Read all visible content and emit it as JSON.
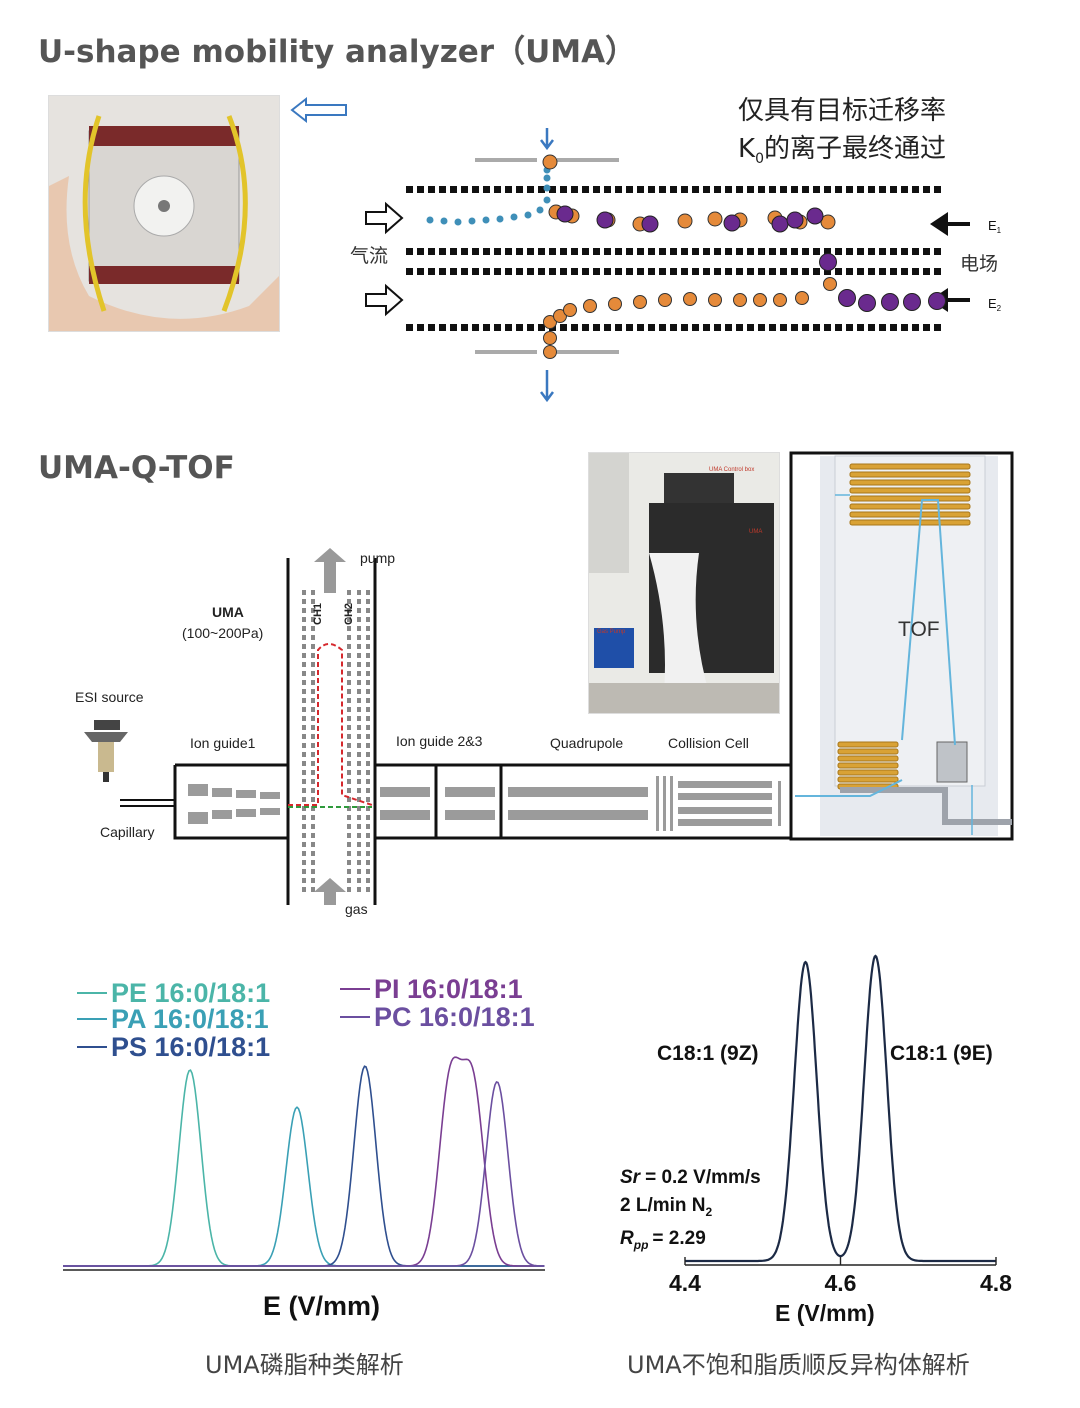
{
  "sections": {
    "uma": {
      "title": "U-shape mobility analyzer（UMA）",
      "note_line1": "仅具有目标迁移率",
      "note_line2_prefix": "K",
      "note_line2_sub": "0",
      "note_line2_rest": "的离子最终通过",
      "gas_flow": "气流",
      "e_field": "电场",
      "e1_base": "E",
      "e1_sub": "1",
      "e2_base": "E",
      "e2_sub": "2"
    },
    "umaqtof": {
      "title": "UMA-Q-TOF",
      "pump": "pump",
      "gas": "gas",
      "uma_label": "UMA",
      "pressure": "(100~200Pa)",
      "ch1": "CH1",
      "ch2": "CH2",
      "esi": "ESI source",
      "capillary": "Capillary",
      "ion_guide1": "Ion guide1",
      "ion_guide23": "Ion guide 2&3",
      "quadrupole": "Quadrupole",
      "collision_cell": "Collision Cell",
      "tof": "TOF",
      "photo_labels": [
        "UMA Control box",
        "UMA",
        "Gas Pump"
      ]
    }
  },
  "captions": {
    "left": "UMA磷脂种类解析",
    "right": "UMA不饱和脂质顺反异构体解析"
  },
  "chart_data": [
    {
      "type": "line",
      "xlabel": "E (V/mm)",
      "ylabel": "",
      "x_ticks": [],
      "series": [
        {
          "name": "PE 16:0/18:1",
          "color": "#4bb5a8",
          "peaks": [
            {
              "x": 135,
              "height": 1.0
            }
          ]
        },
        {
          "name": "PA 16:0/18:1",
          "color": "#3aa0b5",
          "peaks": [
            {
              "x": 242,
              "height": 0.81
            }
          ]
        },
        {
          "name": "PS 16:0/18:1",
          "color": "#2f4f8f",
          "peaks": [
            {
              "x": 310,
              "height": 1.02
            }
          ]
        },
        {
          "name": "PI 16:0/18:1",
          "color": "#7a3e92",
          "peaks": [
            {
              "x": 395,
              "height": 0.92
            },
            {
              "x": 418,
              "height": 0.9
            }
          ]
        },
        {
          "name": "PC 16:0/18:1",
          "color": "#6b4fa0",
          "peaks": [
            {
              "x": 442,
              "height": 0.94
            }
          ]
        }
      ],
      "legend_placement": "top"
    },
    {
      "type": "line",
      "xlabel": "E (V/mm)",
      "x_ticks": [
        "4.4",
        "4.6",
        "4.8"
      ],
      "xlim": [
        4.4,
        4.8
      ],
      "series": [
        {
          "name": "",
          "color": "#1c2a45",
          "points": [
            [
              4.4,
              0
            ],
            [
              4.5,
              0.01
            ],
            [
              4.53,
              0.25
            ],
            [
              4.55,
              0.98
            ],
            [
              4.57,
              0.25
            ],
            [
              4.6,
              0.0
            ],
            [
              4.62,
              0.25
            ],
            [
              4.645,
              1.0
            ],
            [
              4.67,
              0.25
            ],
            [
              4.7,
              0.01
            ],
            [
              4.8,
              0
            ]
          ]
        }
      ],
      "peak_labels": [
        "C18:1 (9Z)",
        "C18:1 (9E)"
      ],
      "annotation": {
        "sr_label": "Sr",
        "sr_value": "= 0.2 V/mm/s",
        "flow_main": "2 L/min N",
        "flow_sub": "2",
        "rpp_label": "R",
        "rpp_sub": "pp",
        "rpp_value": "= 2.29"
      }
    }
  ]
}
